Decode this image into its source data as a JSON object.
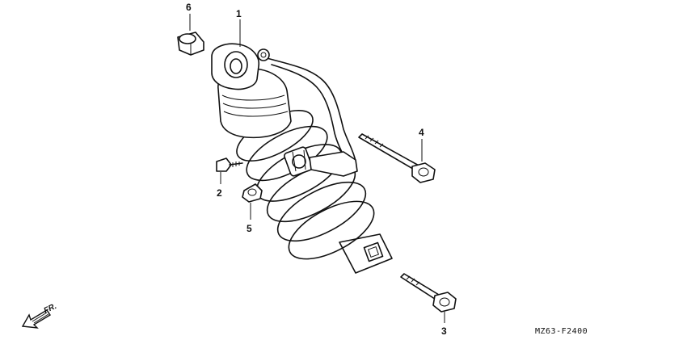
{
  "diagram": {
    "callouts": [
      {
        "id": "1",
        "part": "shock-absorber"
      },
      {
        "id": "2",
        "part": "bolt-small"
      },
      {
        "id": "3",
        "part": "bolt-lower"
      },
      {
        "id": "4",
        "part": "bolt-upper"
      },
      {
        "id": "5",
        "part": "nut-flange"
      },
      {
        "id": "6",
        "part": "nut-cap"
      }
    ],
    "figure_code": "MZ63-F2400",
    "direction_label": "FR."
  }
}
